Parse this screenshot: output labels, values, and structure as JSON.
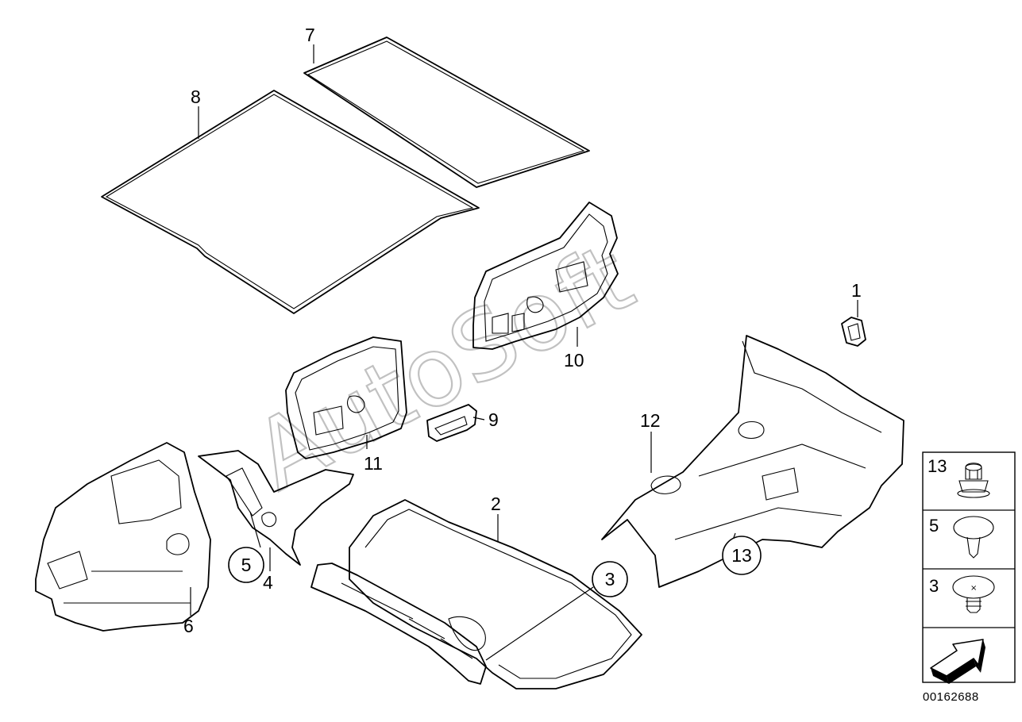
{
  "diagram": {
    "watermark": "AutoSoft",
    "diagram_id": "00162688",
    "callouts": {
      "c1": "1",
      "c2": "2",
      "c3": "3",
      "c4": "4",
      "c5": "5",
      "c6": "6",
      "c7": "7",
      "c8": "8",
      "c9": "9",
      "c10": "10",
      "c11": "11",
      "c12": "12",
      "c13": "13"
    },
    "legend": [
      {
        "label": "13",
        "icon": "push-nut-icon"
      },
      {
        "label": "5",
        "icon": "expanding-rivet-icon"
      },
      {
        "label": "3",
        "icon": "plastic-rivet-icon"
      },
      {
        "label": "",
        "icon": "direction-arrow-icon"
      }
    ]
  }
}
